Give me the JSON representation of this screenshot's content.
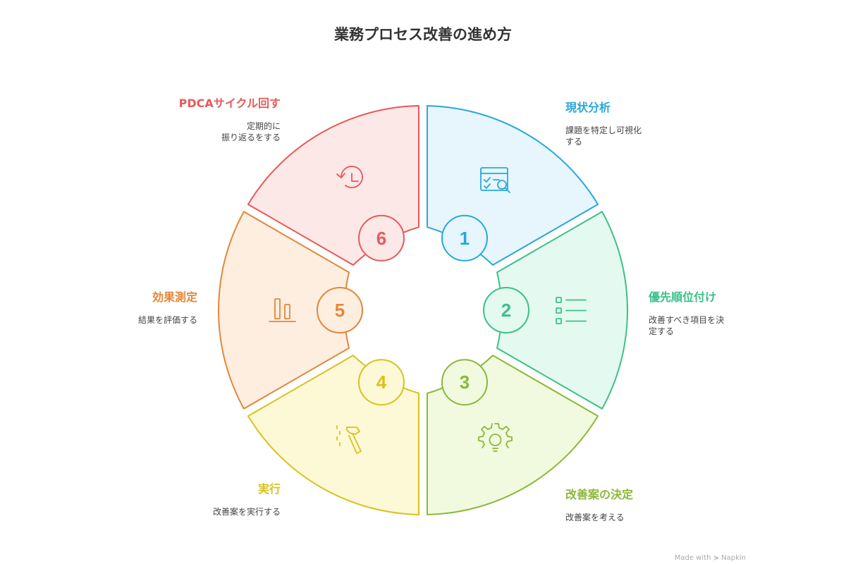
{
  "title": "業務プロセス改善の進め方",
  "steps": [
    {
      "num": "1",
      "title": "現状分析",
      "desc1": "課題を特定し可視化",
      "desc2": "する",
      "color": "#29a8d8",
      "fill": "#e6f6fc",
      "icon": "checklist-magnifier-icon"
    },
    {
      "num": "2",
      "title": "優先順位付け",
      "desc1": "改善すべき項目を決",
      "desc2": "定する",
      "color": "#3cc08a",
      "fill": "#e4f9ef",
      "icon": "list-icon"
    },
    {
      "num": "3",
      "title": "改善案の決定",
      "desc1": "改善案を考える",
      "desc2": "",
      "color": "#8ab83a",
      "fill": "#f1fadf",
      "icon": "gear-bulb-icon"
    },
    {
      "num": "4",
      "title": "実行",
      "desc1": "改善案を実行する",
      "desc2": "",
      "color": "#d8c21c",
      "fill": "#fdf8d6",
      "icon": "hammer-icon"
    },
    {
      "num": "5",
      "title": "効果測定",
      "desc1": "結果を評価する",
      "desc2": "",
      "color": "#e2873a",
      "fill": "#fdeee0",
      "icon": "bar-chart-icon"
    },
    {
      "num": "6",
      "title": "PDCAサイクル回す",
      "desc1": "定期的に",
      "desc2": "振り返るをする",
      "color": "#e55a5a",
      "fill": "#fde8e8",
      "icon": "history-icon"
    }
  ],
  "footer": "Made with ⋟ Napkin"
}
